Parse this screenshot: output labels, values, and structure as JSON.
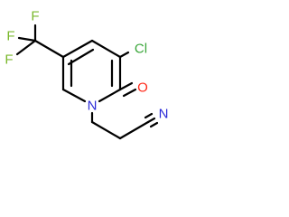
{
  "molecule": {
    "atoms": {
      "f_top": "F",
      "f_left": "F",
      "f_bottom": "F",
      "chlorine": "Cl",
      "oxygen": "O",
      "ring_nitrogen": "N",
      "nitrile_nitrogen": "N"
    },
    "colors": {
      "carbon_bonds": "#000000",
      "fluorine": "#7ab82c",
      "chlorine": "#3aa63a",
      "oxygen": "#ff2a1a",
      "nitrogen": "#2b2bd8"
    }
  }
}
